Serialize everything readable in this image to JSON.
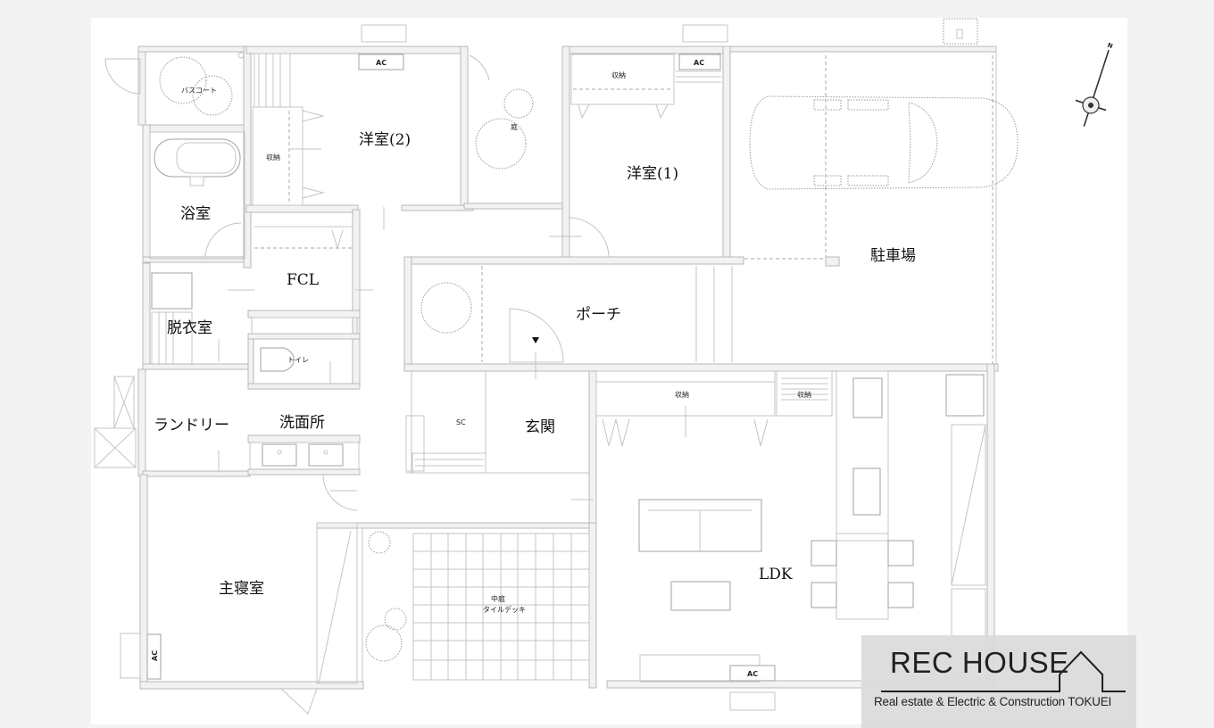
{
  "plan": {
    "rooms": {
      "bath_court": "バスコート",
      "bathroom": "浴室",
      "western_room_2": "洋室(2)",
      "storage_room2": "収納",
      "garden": "庭",
      "western_room_1": "洋室(1)",
      "storage_room1": "収納",
      "parking": "駐車場",
      "fcl": "FCL",
      "dressing_room": "脱衣室",
      "toilet": "トイレ",
      "laundry": "ランドリー",
      "washroom": "洗面所",
      "porch": "ポーチ",
      "shoe_closet": "SC",
      "entrance": "玄関",
      "storage_hall": "収納",
      "storage_kitchen": "収納",
      "ldk": "LDK",
      "master_bedroom": "主寝室",
      "courtyard": "中庭",
      "courtyard_sub": "タイルデッキ"
    },
    "ac_units": [
      "AC",
      "AC",
      "AC",
      "AC"
    ],
    "compass": {
      "north_label": "N"
    }
  },
  "logo": {
    "title": "REC HOUSE",
    "subtitle": "Real estate & Electric & Construction TOKUEI"
  },
  "colors": {
    "background": "#f3f3f3",
    "sheet": "#ffffff",
    "lines": "#b8b8b8",
    "logo_bg": "#dcdcdc"
  }
}
